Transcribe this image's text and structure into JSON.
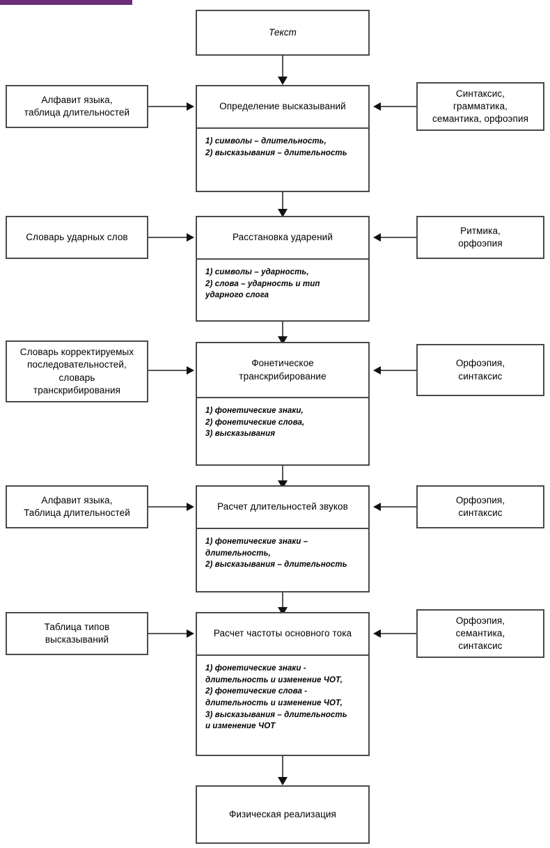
{
  "accent_color": "#6b2d7a",
  "border_color": "#4a4a4a",
  "connector_color": "#555555",
  "diagram": {
    "title_top": "Текст",
    "title_bottom": "Физическая реализация",
    "stages": [
      {
        "left": "Алфавит языка,\nтаблица длительностей",
        "center_title": "Определение высказываний",
        "center_detail": "1) символы – длительность,\n2) высказывания – длительность",
        "right": "Синтаксис,\nграмматика,\nсемантика, орфоэпия"
      },
      {
        "left": "Словарь ударных слов",
        "center_title": "Расстановка ударений",
        "center_detail": "1) символы – ударность,\n2) слова – ударность и тип\nударного слога",
        "right": "Ритмика,\nорфоэпия"
      },
      {
        "left": "Словарь корректируемых\nпоследовательностей,\nсловарь\nтранскрибирования",
        "center_title": "Фонетическое\nтранскрибирование",
        "center_detail": "1) фонетические знаки,\n2) фонетические слова,\n3) высказывания",
        "right": "Орфоэпия,\nсинтаксис"
      },
      {
        "left": "Алфавит языка,\nТаблица длительностей",
        "center_title": "Расчет длительностей звуков",
        "center_detail": "1) фонетические знаки –\nдлительность,\n2) высказывания –  длительность",
        "right": "Орфоэпия,\nсинтаксис"
      },
      {
        "left": "Таблица типов\nвысказываний",
        "center_title": "Расчет частоты основного тока",
        "center_detail": "1) фонетические знаки -\nдлительность и изменение ЧОТ,\n2) фонетические слова -\nдлительность и изменение ЧОТ,\n3) высказывания – длительность\nи изменение ЧОТ",
        "right": "Орфоэпия,\nсемантика,\nсинтаксис"
      }
    ]
  }
}
